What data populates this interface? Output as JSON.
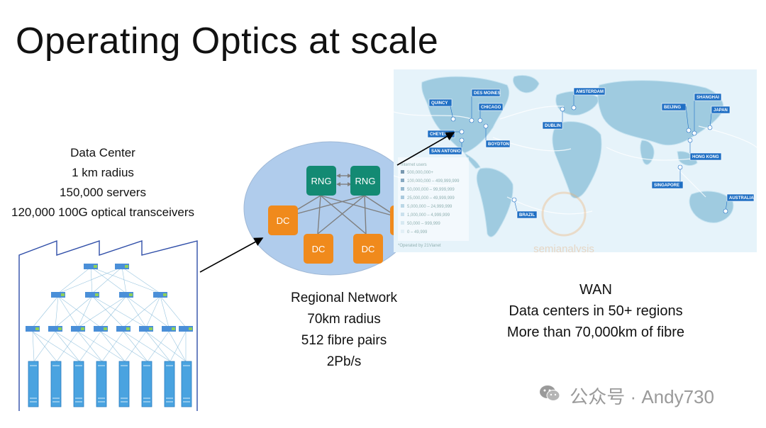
{
  "title": "Operating Optics at scale",
  "data_center": {
    "heading": "Data Center",
    "lines": [
      "1 km radius",
      "150,000 servers",
      "120,000 100G optical transceivers"
    ]
  },
  "regional_network": {
    "heading": "Regional Network",
    "lines": [
      "70km radius",
      "512 fibre pairs",
      "2Pb/s"
    ],
    "nodes": {
      "rng": "RNG",
      "dc": "DC"
    }
  },
  "wan": {
    "heading": "WAN",
    "lines": [
      "Data centers in 50+ regions",
      "More than 70,000km of fibre"
    ],
    "cities": [
      "QUINCY",
      "DES MOINES",
      "CHICAGO",
      "CHEYENNE",
      "SAN ANTONIO",
      "BOYDTON",
      "AMSTERDAM",
      "DUBLIN",
      "BEIJING",
      "SHANGHAI",
      "JAPAN",
      "HONG KONG",
      "SINGAPORE",
      "BRAZIL",
      "AUSTRALIA"
    ],
    "legend": {
      "title": "Internet users",
      "items": [
        "500,000,000+",
        "100,000,000 – 499,999,999",
        "50,000,000 – 99,999,999",
        "25,000,000 – 49,999,999",
        "5,000,000 – 24,999,999",
        "1,000,000 – 4,999,999",
        "50,000 – 999,999",
        "0 – 49,999"
      ],
      "note": "*Operated by 21Vianet"
    },
    "brand": "semianalysis"
  },
  "watermark": "公众号 · Andy730",
  "colors": {
    "rng": "#138a73",
    "dc": "#f08a1c",
    "ellipse": "#b0ccec",
    "map_sea": "#e6f3fa",
    "map_land": "#9fcbe0",
    "flag": "#1f6fc4"
  }
}
